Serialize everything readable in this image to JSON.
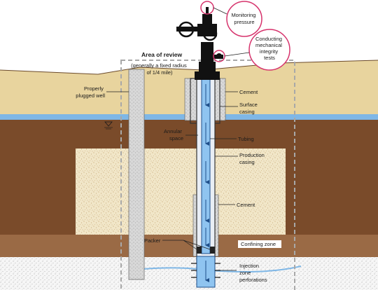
{
  "labels": {
    "monitoring": [
      "Monitoring",
      "pressure"
    ],
    "mit": [
      "Conducting",
      "mechanical",
      "integrity",
      "tests"
    ],
    "area_title": "Area of review",
    "area_sub": [
      "(generally a fixed radius",
      "of 1/4 mile)"
    ],
    "plugged": [
      "Properly",
      "plugged well"
    ],
    "cement_top": "Cement",
    "surface_casing": [
      "Surface",
      "casing"
    ],
    "annular": [
      "Annular",
      "space"
    ],
    "tubing": "Tubing",
    "production_casing": [
      "Production",
      "casing"
    ],
    "cement_low": "Cement",
    "packer": "Packer",
    "confining": "Confining zone",
    "injection": [
      "Injection",
      "zone",
      "perforations"
    ]
  },
  "colors": {
    "sky": "#ffffff",
    "topsoil": "#e8d49e",
    "brown": "#7a4b2a",
    "sand": "#efe3c4",
    "confining": "#9a6a45",
    "aquifer_blue": "#7fb7e6",
    "injection_zone": "#f4f4f4",
    "wellhead": "#111111",
    "highlight_ring": "#d6336c",
    "tubing_blue": "#8fc4f0"
  }
}
